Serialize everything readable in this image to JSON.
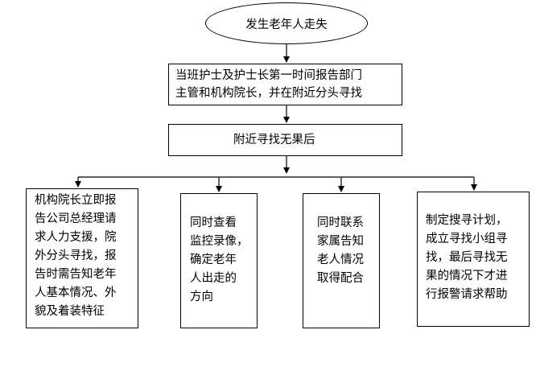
{
  "start": "发生老年人走失",
  "step1": "当班护士及护士长第一时间报告部门\n主管和机构院长，并在附近分头寻找",
  "step2": "附近寻找无果后",
  "branches": [
    "机构院长立即报\n告公司总经理请\n求人力支援，院\n外分头寻找，报\n告时需告知老年\n人基本情况、外\n貌及着装特征",
    "同时查看\n监控录像，\n确定老年\n人出走的\n方向",
    "同时联系\n家属告知\n老人情况\n取得配合",
    "制定搜寻计划，\n成立寻找小组寻\n找，最后寻找无\n果的情况下才进\n行报警请求帮助"
  ]
}
